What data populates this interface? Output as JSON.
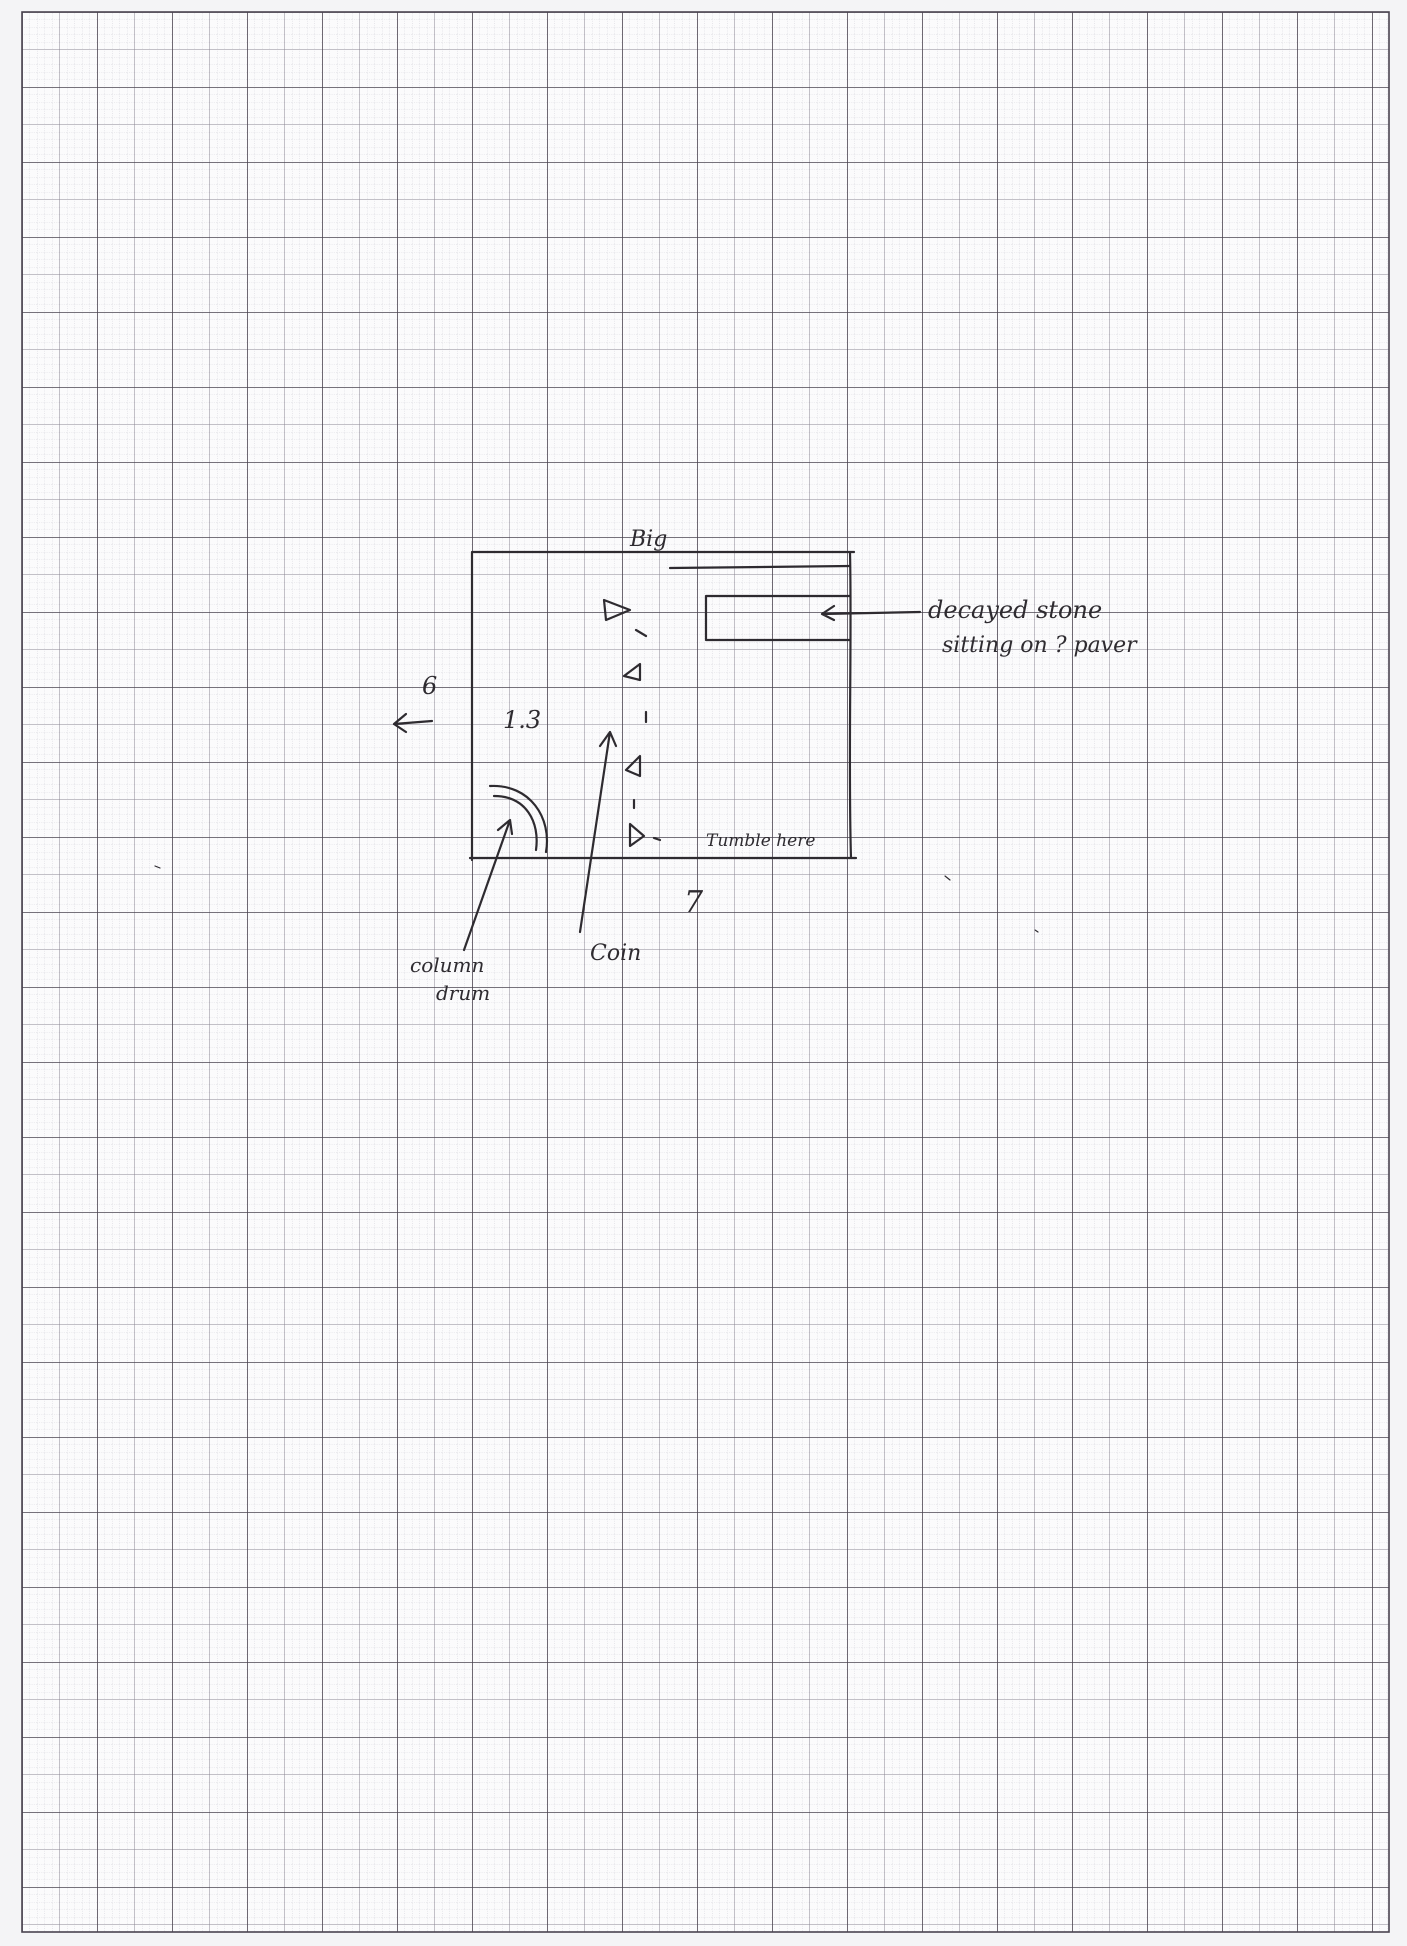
{
  "sheet": {
    "paper_color": "#f4f4f6",
    "grid_minor_color": "#b9b7c3",
    "grid_major_color": "#4a4450",
    "ink_color": "#2e2b30"
  },
  "sketch": {
    "label_top": "Big",
    "label_left_number": "6",
    "label_bottom_number": "7",
    "label_center": "1.3",
    "label_bottom_right_inside": "Tumble here",
    "annotation_line1": "decayed stone",
    "annotation_line2": "sitting on ? paver",
    "label_coin": "Coin",
    "label_column_drum_line1": "column",
    "label_column_drum_line2": "drum"
  }
}
